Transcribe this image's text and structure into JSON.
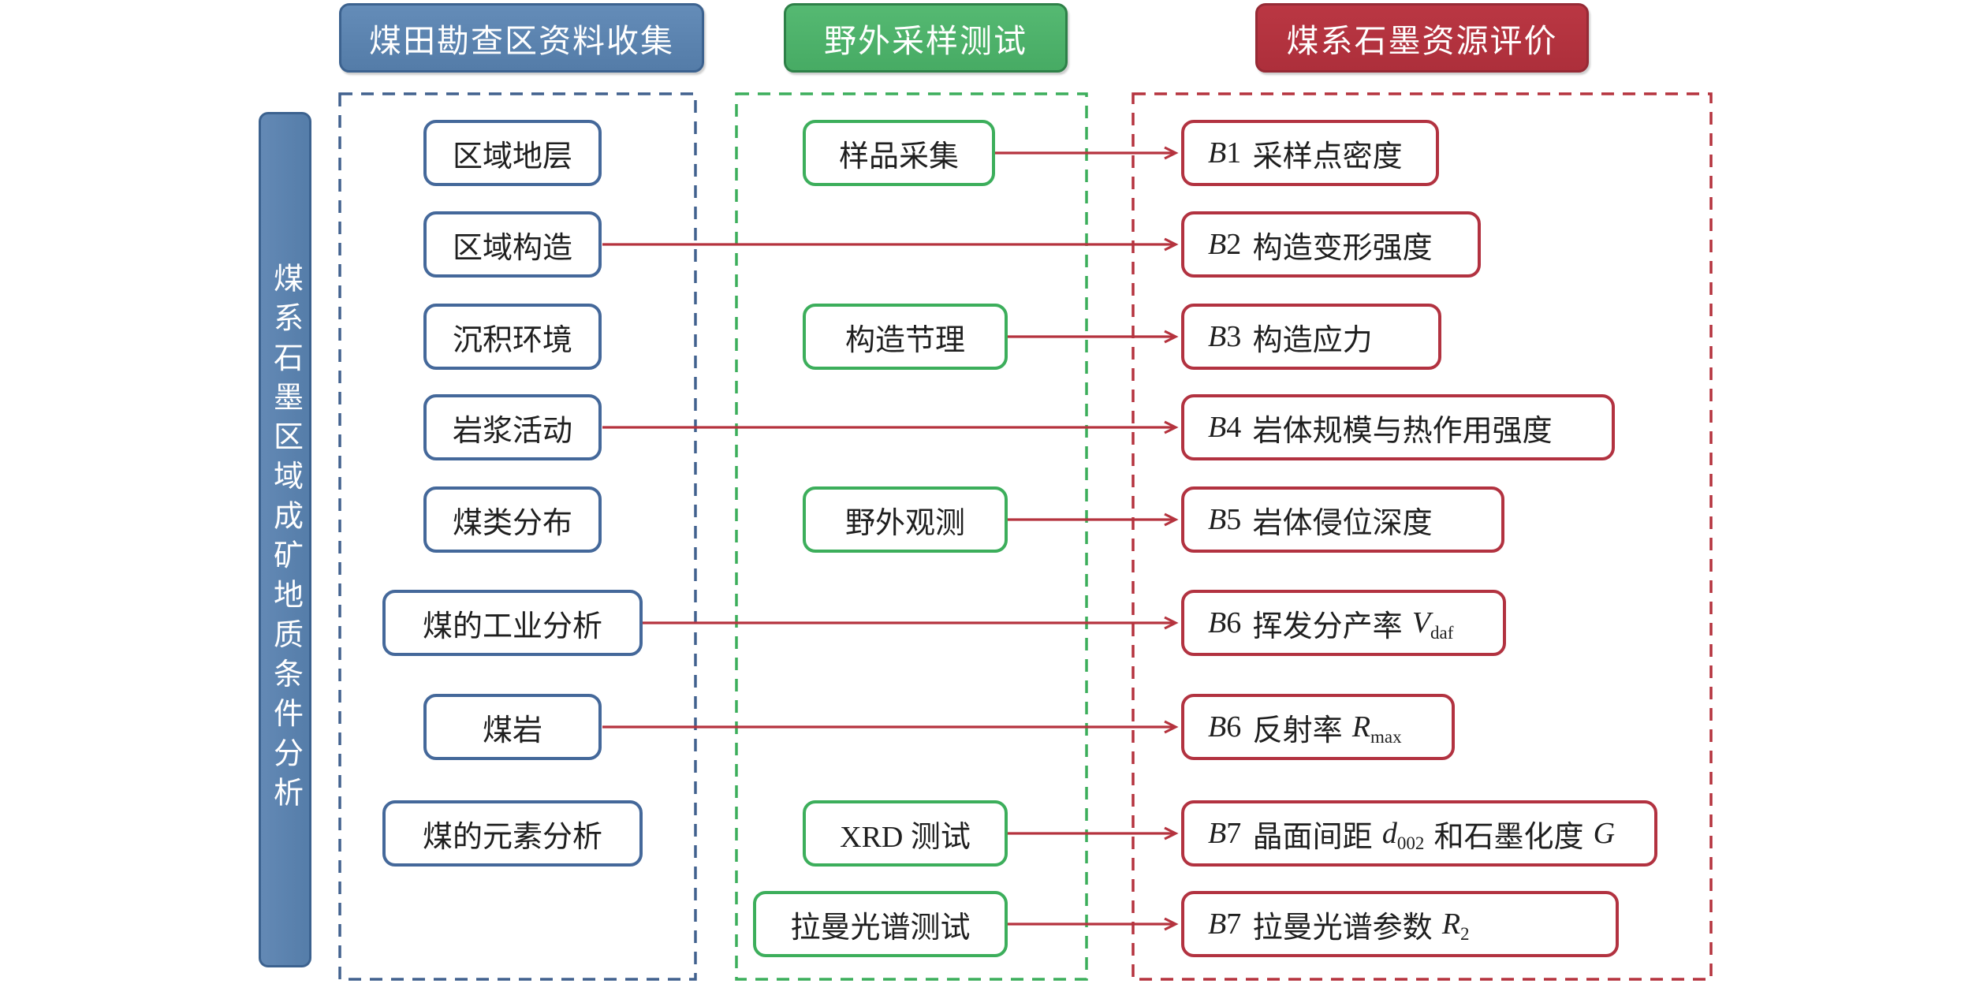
{
  "headers": {
    "collection": "煤田勘查区资料收集",
    "sampling": "野外采样测试",
    "evaluation": "煤系石墨资源评价"
  },
  "sidebar": {
    "label": "煤系石墨区域成矿地质条件分析"
  },
  "col1": {
    "items": [
      "区域地层",
      "区域构造",
      "沉积环境",
      "岩浆活动",
      "煤类分布",
      "煤的工业分析",
      "煤岩",
      "煤的元素分析"
    ]
  },
  "col2": {
    "items": [
      "样品采集",
      "构造节理",
      "野外观测",
      "XRD 测试",
      "拉曼光谱测试"
    ]
  },
  "col3": {
    "items": [
      {
        "b": "B",
        "n": "1",
        "text": "采样点密度"
      },
      {
        "b": "B",
        "n": "2",
        "text": "构造变形强度"
      },
      {
        "b": "B",
        "n": "3",
        "text": "构造应力"
      },
      {
        "b": "B",
        "n": "4",
        "text": "岩体规模与热作用强度"
      },
      {
        "b": "B",
        "n": "5",
        "text": "岩体侵位深度"
      },
      {
        "b": "B",
        "n": "6",
        "text": "挥发分产率",
        "var": "V",
        "sub": "daf"
      },
      {
        "b": "B",
        "n": "6",
        "text": "反射率",
        "var": "R",
        "sub": "max"
      },
      {
        "b": "B",
        "n": "7",
        "text": "晶面间距",
        "var": "d",
        "sub": "002",
        "text2": "和石墨化度",
        "var2": "G"
      },
      {
        "b": "B",
        "n": "7",
        "text": "拉曼光谱参数",
        "var": "R",
        "sub": "2"
      }
    ]
  },
  "connections": [
    {
      "from": "样品采集",
      "to": "B1 采样点密度"
    },
    {
      "from": "区域构造",
      "to": "B2 构造变形强度"
    },
    {
      "from": "构造节理",
      "to": "B3 构造应力"
    },
    {
      "from": "岩浆活动",
      "to": "B4 岩体规模与热作用强度"
    },
    {
      "from": "野外观测",
      "to": "B5 岩体侵位深度"
    },
    {
      "from": "煤的工业分析",
      "to": "B6 挥发分产率 Vdaf"
    },
    {
      "from": "煤岩",
      "to": "B6 反射率 Rmax"
    },
    {
      "from": "XRD 测试",
      "to": "B7 晶面间距 d002 和石墨化度 G"
    },
    {
      "from": "拉曼光谱测试",
      "to": "B7 拉曼光谱参数 R2"
    }
  ],
  "colors": {
    "steel_blue": "#5b84b2",
    "steel_blue_dark": "#3c628f",
    "green": "#4eb46c",
    "green_line": "#3cae5b",
    "green_dark": "#2e8048",
    "red": "#b23240",
    "box_text": "#1f1f1f"
  }
}
